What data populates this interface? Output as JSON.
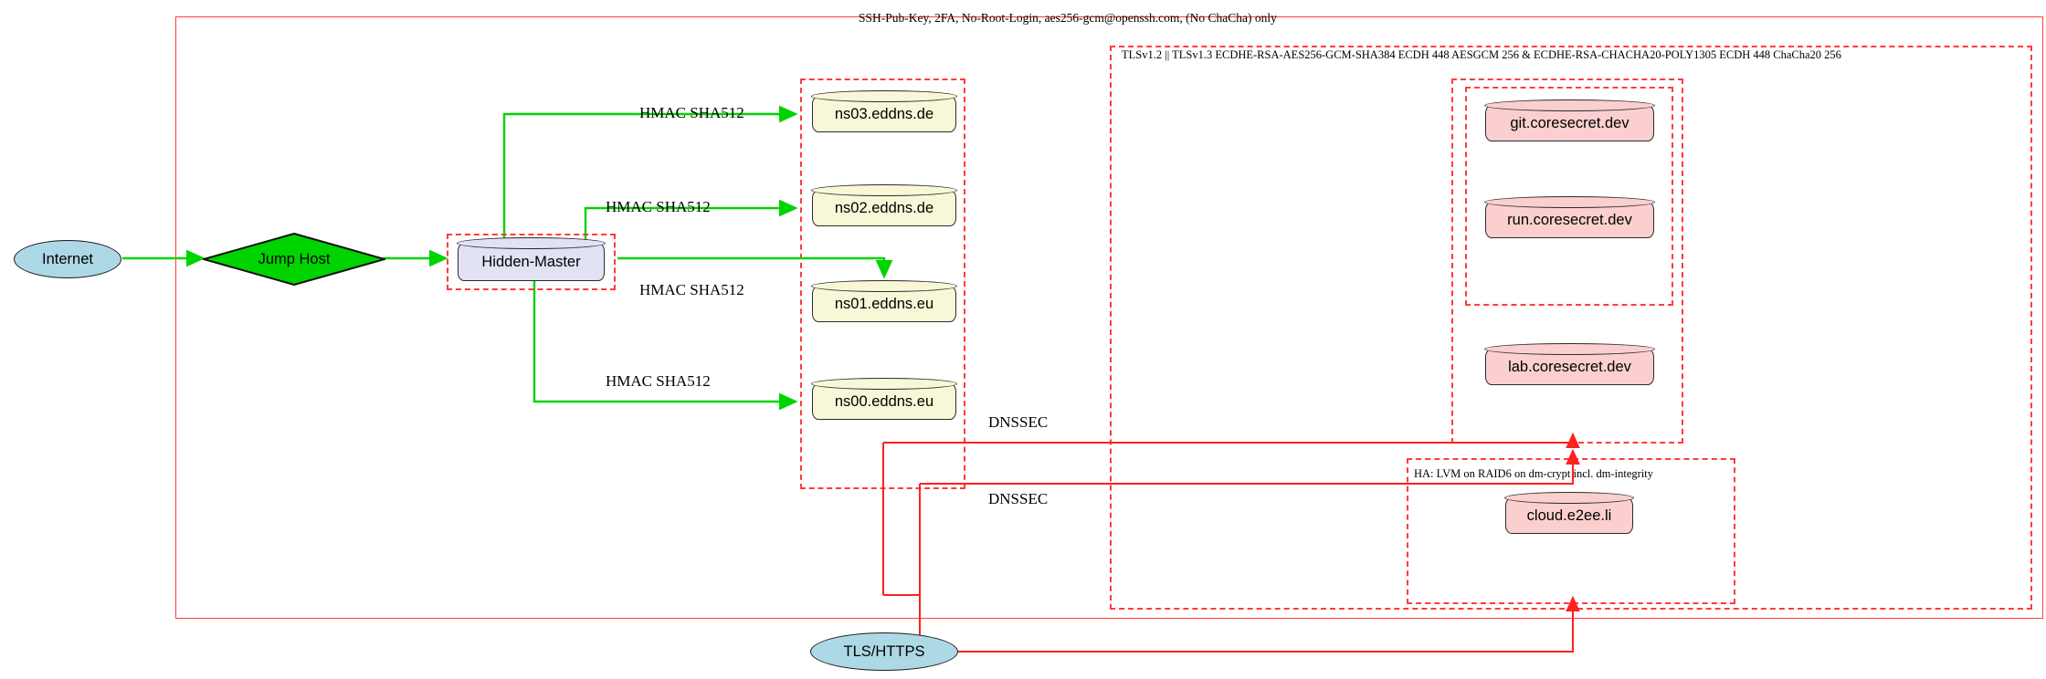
{
  "diagram": {
    "title_top": "SSH-Pub-Key, 2FA, No-Root-Login, aes256-gcm@openssh.com, (No ChaCha) only",
    "tls_cluster_label": "TLSv1.2 || TLSv1.3 ECDHE-RSA-AES256-GCM-SHA384 ECDH 448 AESGCM 256 & ECDHE-RSA-CHACHA20-POLY1305 ECDH 448 ChaCha20 256",
    "ha_cluster_label": "HA: LVM on RAID6 on dm-crypt incl. dm-integrity"
  },
  "nodes": {
    "internet": "Internet",
    "jumphost": "Jump Host",
    "hidden_master": "Hidden-Master",
    "ns03": "ns03.eddns.de",
    "ns02": "ns02.eddns.de",
    "ns01": "ns01.eddns.eu",
    "ns00": "ns00.eddns.eu",
    "git": "git.coresecret.dev",
    "run": "run.coresecret.dev",
    "lab": "lab.coresecret.dev",
    "cloud": "cloud.e2ee.li",
    "tls_https": "TLS/HTTPS"
  },
  "edge_labels": {
    "hmac_ns03": "HMAC SHA512",
    "hmac_ns02": "HMAC SHA512",
    "hmac_ns01": "HMAC SHA512",
    "hmac_ns00": "HMAC SHA512",
    "dnssec_upper": "DNSSEC",
    "dnssec_lower": "DNSSEC"
  },
  "colors": {
    "edge_green": "#00d400",
    "edge_red": "#ff2020",
    "cluster_red": "#ff3b3b",
    "ellipse_blue": "#add8e6",
    "diamond_green": "#00d400",
    "cyl_yellow": "#f8f8d8",
    "cyl_lavender": "#e2e2f5",
    "cyl_pink": "#fbcfcf"
  }
}
